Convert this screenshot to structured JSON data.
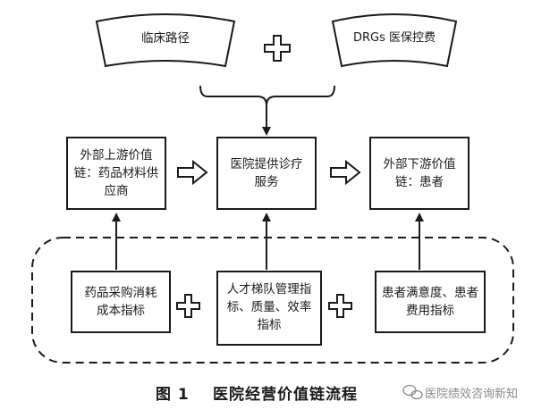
{
  "top": {
    "left_label": "临床路径",
    "right_label": "DRGs 医保控费"
  },
  "chain": {
    "upstream": "外部上游价值链：药品材料供应商",
    "hospital": "医院提供诊疗服务",
    "downstream": "外部下游价值链：患者"
  },
  "bottom": {
    "drugs": "药品采购消耗成本指标",
    "talent": "人才梯队管理指标、质量、效率指标",
    "patient": "患者满意度、患者费用指标"
  },
  "caption": {
    "figure_number": "图 1",
    "title": "医院经营价值链流程"
  },
  "watermark": {
    "text": "医院绩效咨询新知"
  },
  "colors": {
    "stroke": "#1a1a1a",
    "text": "#1a1a1a",
    "watermark": "#8a8a8a",
    "background": "#ffffff"
  }
}
